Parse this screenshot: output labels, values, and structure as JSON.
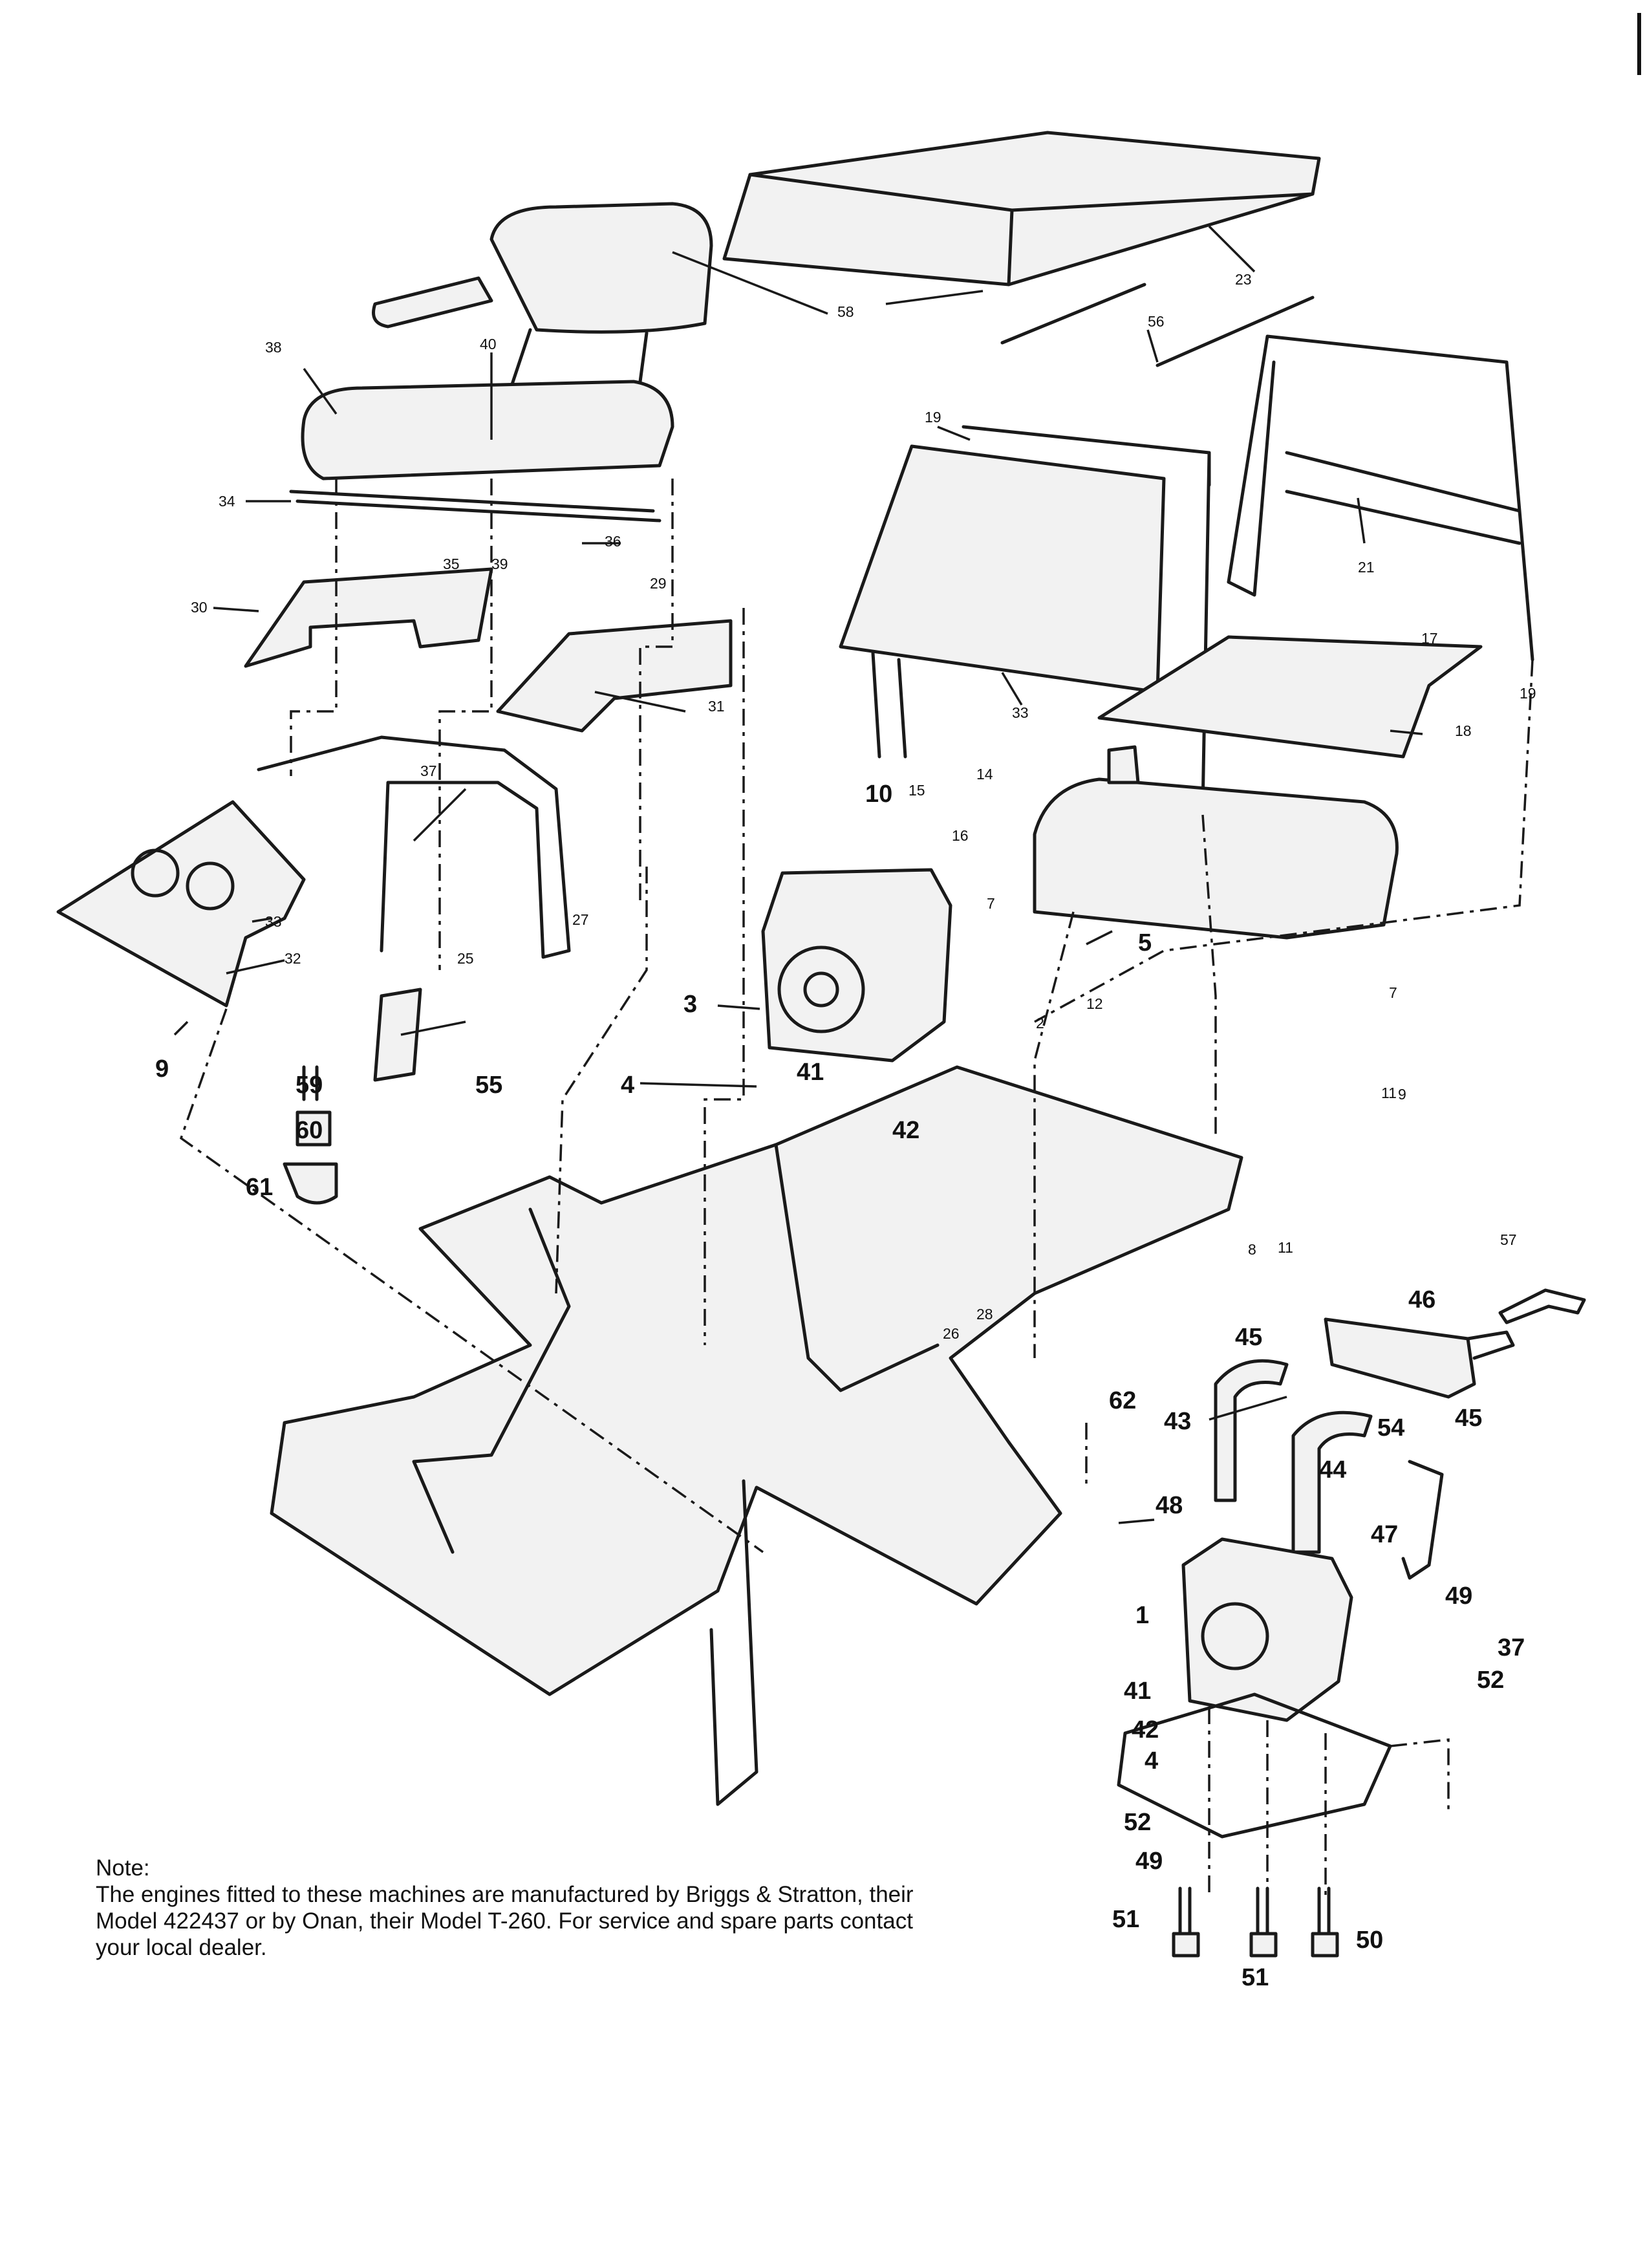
{
  "note": {
    "heading": "Note:",
    "lines": [
      "The engines fitted to these machines are manufactured by Briggs & Stratton, their",
      "Model 422437 or by Onan, their Model T-260. For service and spare parts contact",
      "your local dealer."
    ]
  },
  "callouts": [
    {
      "text": "23",
      "style": "small"
    },
    {
      "text": "58",
      "style": "small"
    },
    {
      "text": "56",
      "style": "small"
    },
    {
      "text": "38",
      "style": "small"
    },
    {
      "text": "40",
      "style": "small"
    },
    {
      "text": "34",
      "style": "small"
    },
    {
      "text": "35",
      "style": "small"
    },
    {
      "text": "36",
      "style": "small"
    },
    {
      "text": "39",
      "style": "small"
    },
    {
      "text": "30",
      "style": "small"
    },
    {
      "text": "29",
      "style": "small"
    },
    {
      "text": "31",
      "style": "small"
    },
    {
      "text": "19",
      "style": "small"
    },
    {
      "text": "21",
      "style": "small"
    },
    {
      "text": "33",
      "style": "small"
    },
    {
      "text": "17",
      "style": "small"
    },
    {
      "text": "18",
      "style": "small"
    },
    {
      "text": "19",
      "style": "small"
    },
    {
      "text": "37",
      "style": "small"
    },
    {
      "text": "27",
      "style": "small"
    },
    {
      "text": "25",
      "style": "small"
    },
    {
      "text": "33",
      "style": "small"
    },
    {
      "text": "32",
      "style": "small"
    },
    {
      "text": "9",
      "style": "large"
    },
    {
      "text": "59",
      "style": "large"
    },
    {
      "text": "60",
      "style": "large"
    },
    {
      "text": "61",
      "style": "large"
    },
    {
      "text": "55",
      "style": "large"
    },
    {
      "text": "10",
      "style": "large"
    },
    {
      "text": "15",
      "style": "small"
    },
    {
      "text": "14",
      "style": "small"
    },
    {
      "text": "16",
      "style": "small"
    },
    {
      "text": "7",
      "style": "small"
    },
    {
      "text": "5",
      "style": "large"
    },
    {
      "text": "12",
      "style": "small"
    },
    {
      "text": "3",
      "style": "large"
    },
    {
      "text": "4",
      "style": "large"
    },
    {
      "text": "41",
      "style": "large"
    },
    {
      "text": "2",
      "style": "small"
    },
    {
      "text": "42",
      "style": "large"
    },
    {
      "text": "7",
      "style": "small"
    },
    {
      "text": "11",
      "style": "small"
    },
    {
      "text": "9",
      "style": "small"
    },
    {
      "text": "8",
      "style": "small"
    },
    {
      "text": "11",
      "style": "small"
    },
    {
      "text": "57",
      "style": "small"
    },
    {
      "text": "28",
      "style": "small"
    },
    {
      "text": "26",
      "style": "small"
    },
    {
      "text": "62",
      "style": "large"
    },
    {
      "text": "46",
      "style": "large"
    },
    {
      "text": "45",
      "style": "large"
    },
    {
      "text": "45",
      "style": "large"
    },
    {
      "text": "43",
      "style": "large"
    },
    {
      "text": "54",
      "style": "large"
    },
    {
      "text": "44",
      "style": "large"
    },
    {
      "text": "48",
      "style": "large"
    },
    {
      "text": "47",
      "style": "large"
    },
    {
      "text": "49",
      "style": "large"
    },
    {
      "text": "1",
      "style": "large"
    },
    {
      "text": "37",
      "style": "large"
    },
    {
      "text": "52",
      "style": "large"
    },
    {
      "text": "41",
      "style": "large"
    },
    {
      "text": "42",
      "style": "large"
    },
    {
      "text": "4",
      "style": "large"
    },
    {
      "text": "52",
      "style": "large"
    },
    {
      "text": "49",
      "style": "large"
    },
    {
      "text": "51",
      "style": "large"
    },
    {
      "text": "50",
      "style": "large"
    },
    {
      "text": "51",
      "style": "large"
    }
  ]
}
